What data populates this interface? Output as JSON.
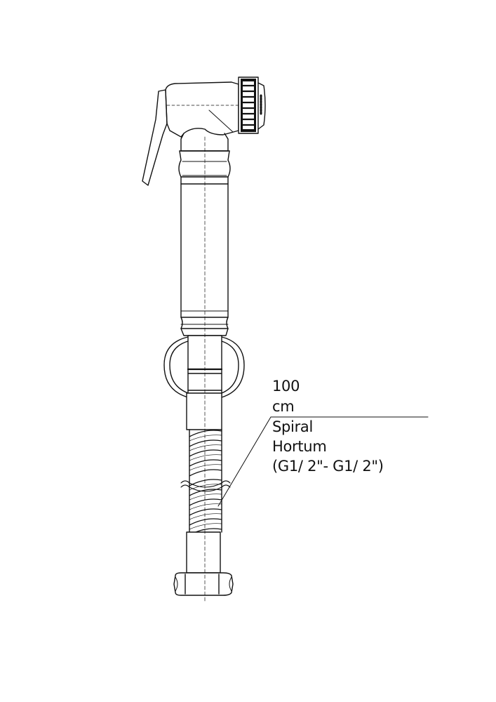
{
  "annotation": {
    "lines": [
      "100",
      "cm",
      "Spiral",
      "Hortum",
      "(G1/ 2\"- G1/ 2\")"
    ]
  },
  "colors": {
    "stroke": "#111111",
    "background": "#ffffff"
  }
}
